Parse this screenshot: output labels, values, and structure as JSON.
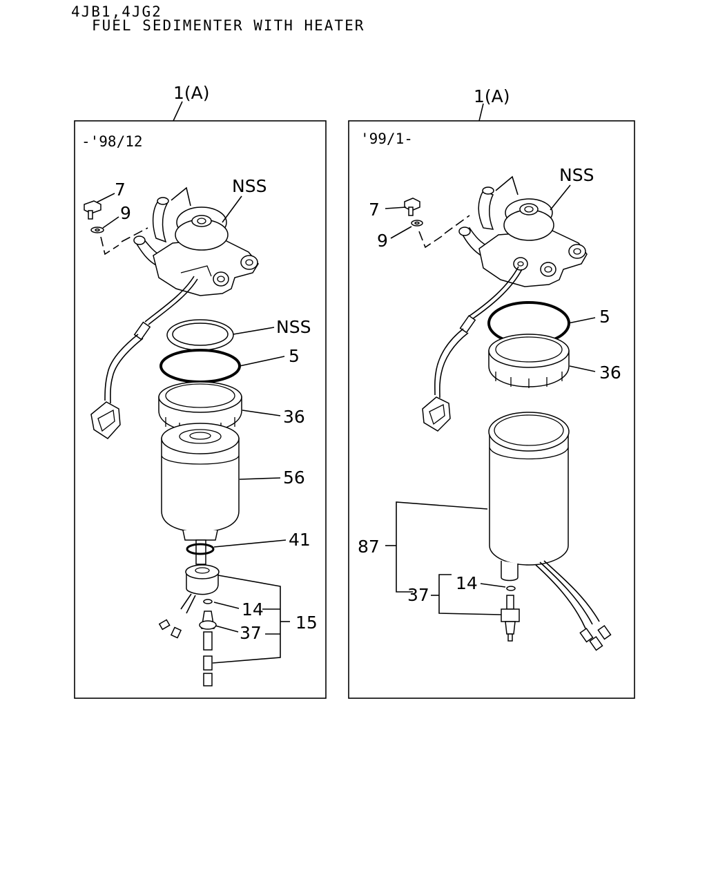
{
  "header": {
    "model": "4JB1,4JG2",
    "title": "FUEL SEDIMENTER WITH HEATER"
  },
  "left_panel": {
    "assembly_label": "1(A)",
    "period": "-'98/12",
    "callouts": {
      "c7": "7",
      "c9": "9",
      "nss_top": "NSS",
      "nss_ring": "NSS",
      "c5": "5",
      "c36": "36",
      "c56": "56",
      "c41": "41",
      "c14": "14",
      "c15": "15",
      "c37": "37"
    }
  },
  "right_panel": {
    "assembly_label": "1(A)",
    "period": "'99/1-",
    "callouts": {
      "c7": "7",
      "c9": "9",
      "nss_top": "NSS",
      "c5": "5",
      "c36": "36",
      "c87": "87",
      "c14": "14",
      "c37": "37"
    }
  }
}
